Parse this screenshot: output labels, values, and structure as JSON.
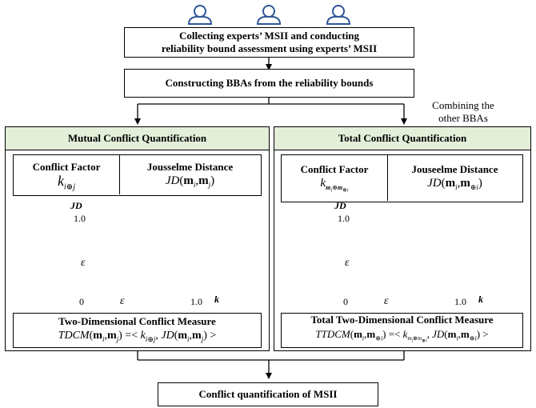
{
  "experts": {
    "icon_name": "user-outline-icon",
    "count": 3
  },
  "step1": {
    "line1": "Collecting experts’ MSII and conducting",
    "line2": "reliability bound assessment using experts’ MSII"
  },
  "step2": {
    "label": "Constructing BBAs from the reliability bounds"
  },
  "side_note": {
    "line1": "Combining the",
    "line2": "other BBAs"
  },
  "left_panel": {
    "title": "Mutual Conflict Quantification",
    "factor_label": "Conflict Factor",
    "distance_label": "Jousselme Distance",
    "measure_title": "Two-Dimensional Conflict Measure"
  },
  "right_panel": {
    "title": "Total Conflict Quantification",
    "factor_label": "Conflict Factor",
    "distance_label": "Jouseelme Distance",
    "measure_title": "Total Two-Dimensional Conflict Measure"
  },
  "plot_labels": {
    "y_axis": "JD",
    "x_axis": "k",
    "y_top": "1.0",
    "x_right": "1.0",
    "origin": "0",
    "epsilon": "ε"
  },
  "final": {
    "label": "Conflict quantification of MSII"
  },
  "colors": {
    "header_fill": "#e3efd9",
    "line": "#000000"
  }
}
